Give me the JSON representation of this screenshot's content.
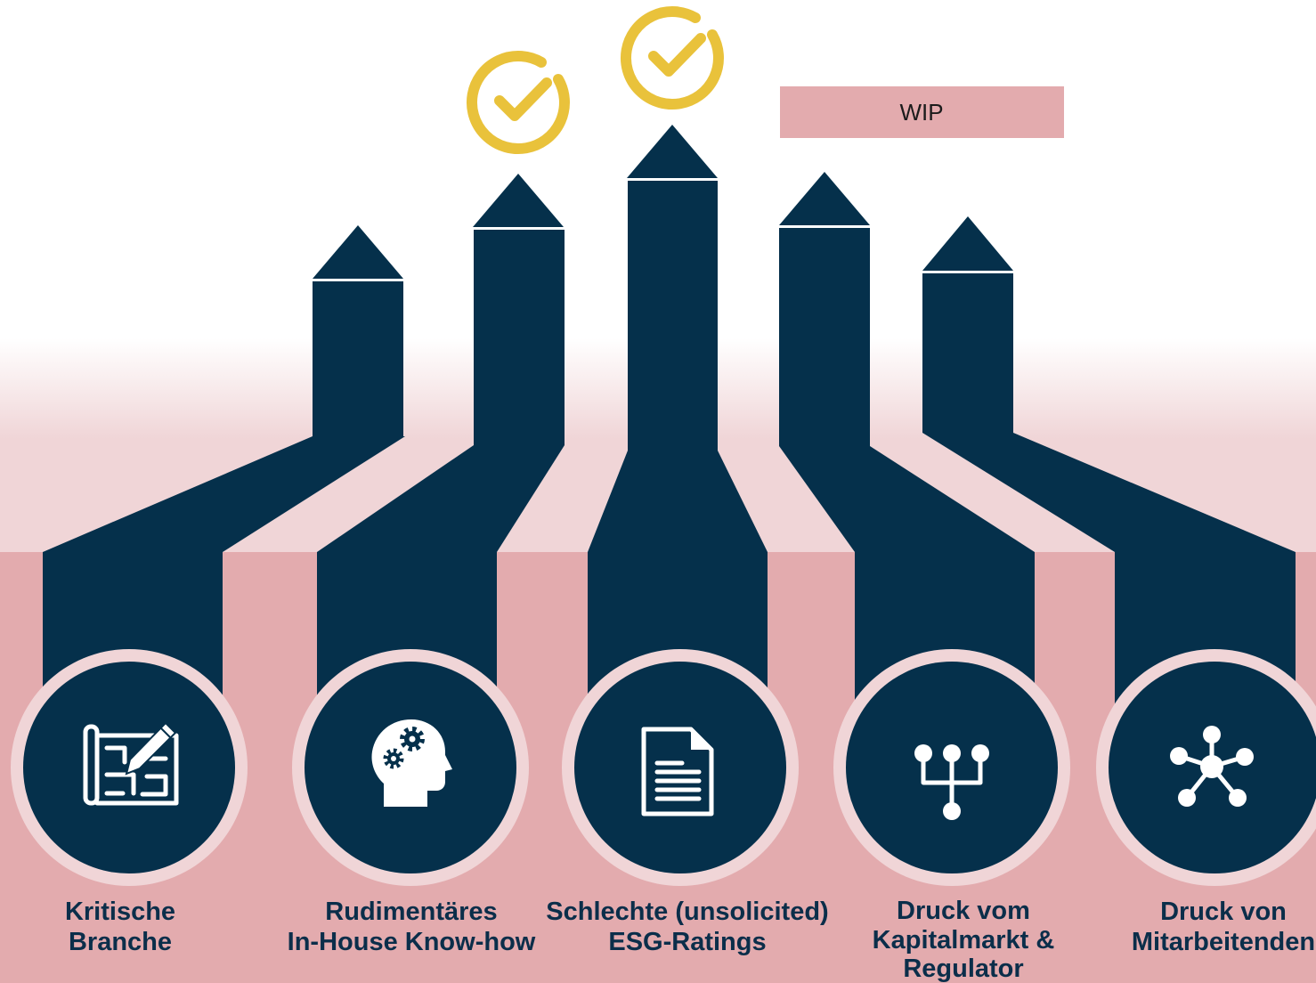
{
  "colors": {
    "navy": "#05304b",
    "pink_light": "#f0d5d7",
    "pink_dark": "#e3abae",
    "gold": "#e9c23b",
    "label": "#0b2e4a"
  },
  "drivers": [
    {
      "label_lines": [
        "Kritische",
        "Branche"
      ],
      "icon": "blueprint-icon",
      "checked": false
    },
    {
      "label_lines": [
        "Rudimentäres",
        "In-House Know-how"
      ],
      "icon": "head-gears-icon",
      "checked": true
    },
    {
      "label_lines": [
        "Schlechte (unsolicited)",
        "ESG-Ratings"
      ],
      "icon": "document-icon",
      "checked": true
    },
    {
      "label_lines": [
        "Druck vom",
        "Kapitalmarkt &",
        "Regulator"
      ],
      "icon": "hierarchy-icon",
      "checked": false,
      "status_badge": "WIP"
    },
    {
      "label_lines": [
        "Druck von",
        "Mitarbeitenden"
      ],
      "icon": "network-icon",
      "checked": false
    }
  ]
}
